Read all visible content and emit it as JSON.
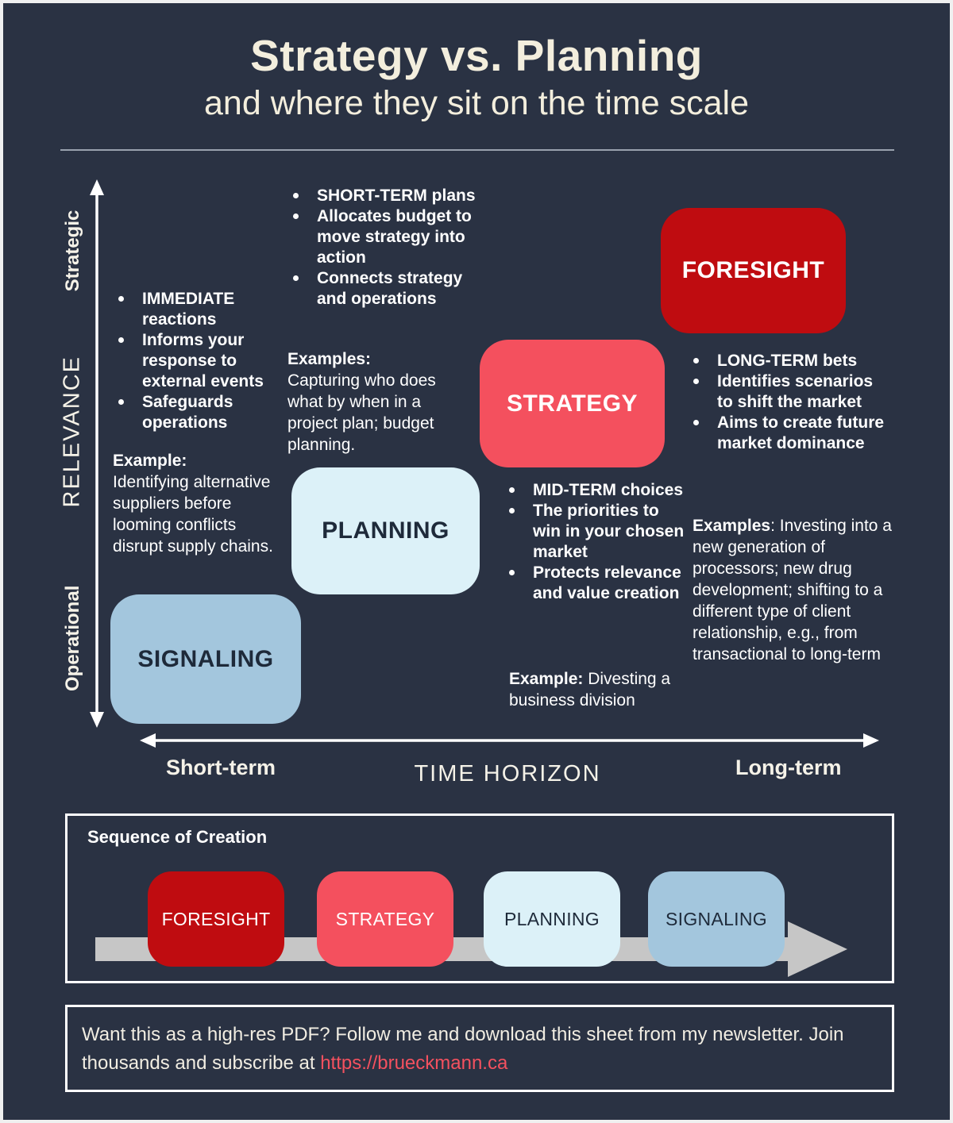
{
  "header": {
    "title": "Strategy vs. Planning",
    "subtitle": "and where they sit on the time scale"
  },
  "axes": {
    "y_top_label": "Strategic",
    "y_axis_title": "RELEVANCE",
    "y_bottom_label": "Operational",
    "x_left_label": "Short-term",
    "x_axis_title": "TIME HORIZON",
    "x_right_label": "Long-term"
  },
  "matrix": {
    "signaling": {
      "label": "SIGNALING",
      "color": "#a3c6dd",
      "bullets": [
        "IMMEDIATE reactions",
        "Informs your response to external events",
        "Safeguards operations"
      ],
      "example_label": "Example:",
      "example_text": "Identifying alternative suppliers before looming conflicts disrupt supply chains."
    },
    "planning": {
      "label": "PLANNING",
      "color": "#dcf1f8",
      "bullets": [
        "SHORT-TERM plans",
        "Allocates budget to move strategy into action",
        "Connects strategy and operations"
      ],
      "example_label": "Examples:",
      "example_text": "Capturing who does what by when in a project plan; budget planning."
    },
    "strategy": {
      "label": "STRATEGY",
      "color": "#f4505e",
      "bullets": [
        "MID-TERM choices",
        "The priorities to win in your chosen market",
        "Protects relevance and value creation"
      ],
      "example_label": "Example:",
      "example_text": "Divesting a business division"
    },
    "foresight": {
      "label": "FORESIGHT",
      "color": "#bf0c10",
      "bullets": [
        "LONG-TERM bets",
        "Identifies scenarios to shift the market",
        "Aims to create future market dominance"
      ],
      "example_label": "Examples",
      "example_text": ": Investing into a new generation of processors; new drug development; shifting to a different type of client relationship, e.g., from transactional to long-term"
    }
  },
  "sequence": {
    "heading": "Sequence of Creation",
    "items": [
      {
        "label": "FORESIGHT",
        "color": "#bf0c10"
      },
      {
        "label": "STRATEGY",
        "color": "#f4505e"
      },
      {
        "label": "PLANNING",
        "color": "#dcf1f8"
      },
      {
        "label": "SIGNALING",
        "color": "#a3c6dd"
      }
    ]
  },
  "footer": {
    "text": "Want this as a high-res PDF? Follow me and download this sheet from my newsletter. Join thousands and subscribe at ",
    "link": "https://brueckmann.ca"
  },
  "colors": {
    "background": "#2a3243",
    "title_text": "#f3eedd",
    "foresight_red": "#bf0c10",
    "strategy_pink": "#f4505e",
    "planning_light": "#dcf1f8",
    "signaling_blue": "#a3c6dd",
    "link": "#f4515f",
    "sequence_arrow_gray": "#c6c6c6"
  }
}
